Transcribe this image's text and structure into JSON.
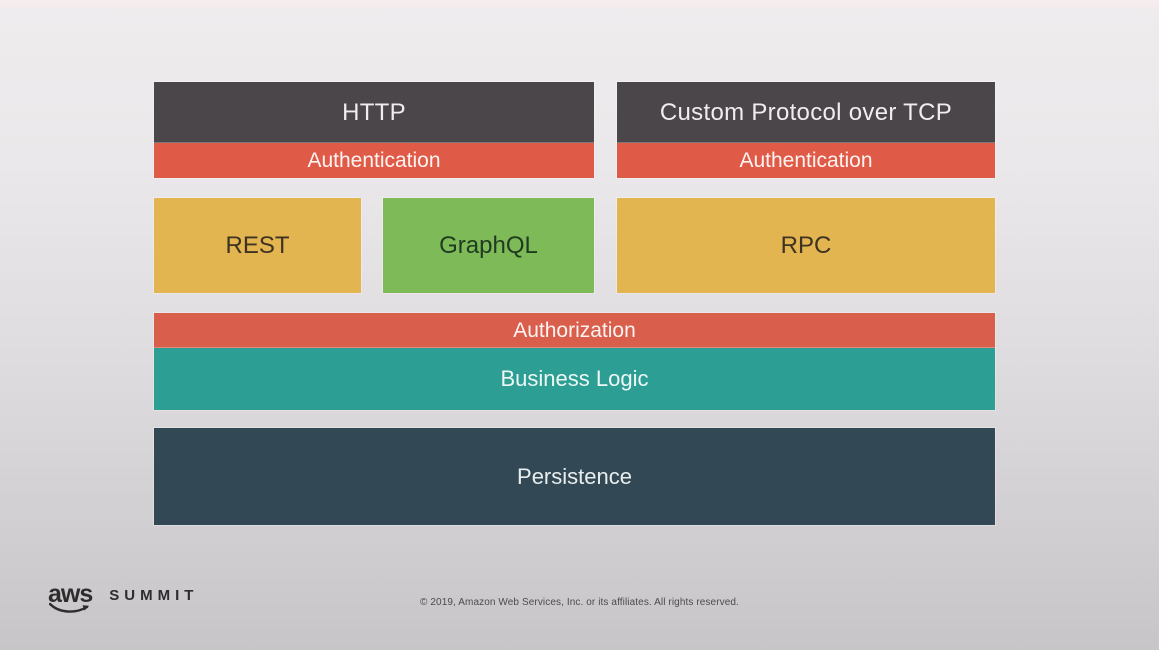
{
  "slide": {
    "background_top": "#efecee",
    "background_bottom": "#c7c5c7",
    "top_tint": "#f7edef"
  },
  "diagram": {
    "protocol_columns": [
      {
        "protocol": {
          "label": "HTTP",
          "bg": "#4b4649",
          "fg": "#efedef"
        },
        "auth": {
          "label": "Authentication",
          "bg": "#e05a48",
          "fg": "#fdf4f2"
        }
      },
      {
        "protocol": {
          "label": "Custom Protocol over TCP",
          "bg": "#4b4649",
          "fg": "#efedef"
        },
        "auth": {
          "label": "Authentication",
          "bg": "#e05a48",
          "fg": "#fdf4f2"
        }
      }
    ],
    "api_blocks": [
      {
        "label": "REST",
        "bg": "#e3b551",
        "fg": "#3e3223"
      },
      {
        "label": "GraphQL",
        "bg": "#7eba58",
        "fg": "#203c20"
      },
      {
        "label": "RPC",
        "bg": "#e3b551",
        "fg": "#3e3223"
      }
    ],
    "authorization": {
      "label": "Authorization",
      "bg": "#d95e4b",
      "fg": "#fdf4f2"
    },
    "business_logic": {
      "label": "Business Logic",
      "bg": "#2d9e93",
      "fg": "#eef7f5"
    },
    "persistence": {
      "label": "Persistence",
      "bg": "#324955",
      "fg": "#e9edee"
    }
  },
  "footer": {
    "brand": "aws",
    "event": "SUMMIT",
    "logo_icon": "amazon-smile-arrow",
    "copyright": "© 2019, Amazon Web Services, Inc. or its affiliates. All rights reserved."
  }
}
